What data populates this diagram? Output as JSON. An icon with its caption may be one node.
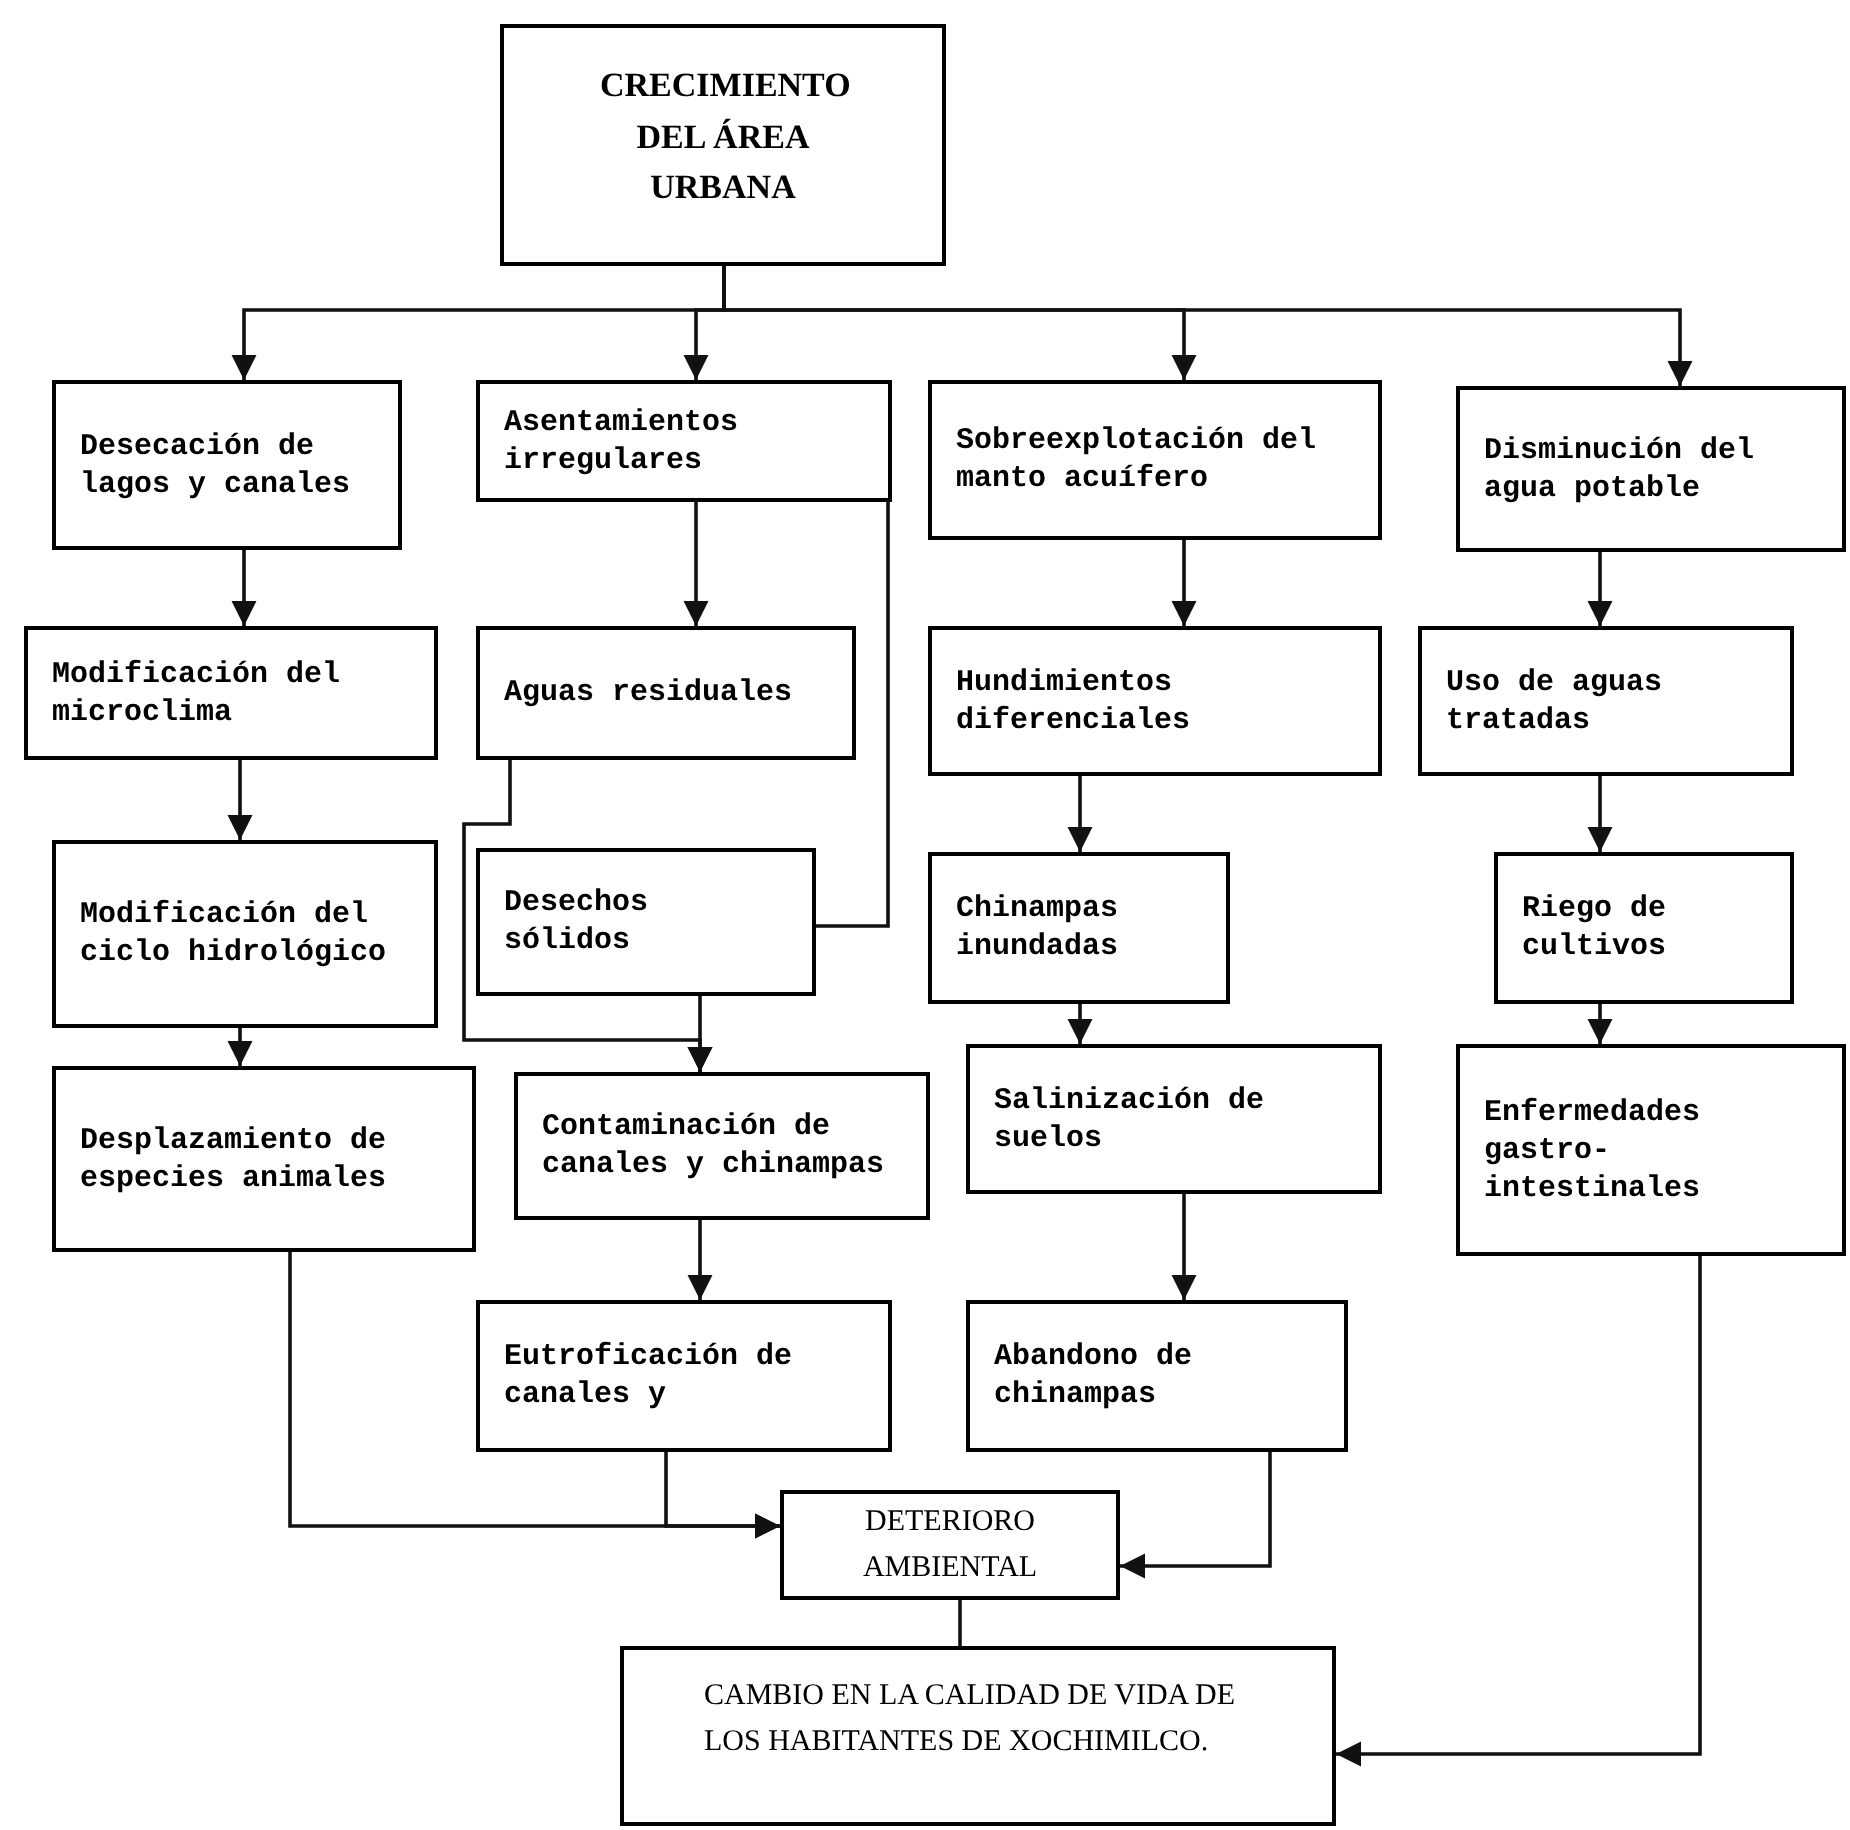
{
  "diagram": {
    "nodes": [
      {
        "text": [
          "CRECIMIENTO DEL ÁREA URBANA"
        ]
      },
      {
        "text": [
          "Desecación de lagos y canales"
        ]
      },
      {
        "text": [
          "Asentamientos irregulares"
        ]
      },
      {
        "text": [
          "Sobreexplotación del manto acuífero"
        ]
      },
      {
        "text": [
          "Disminución del agua potable"
        ]
      },
      {
        "text": [
          "Modificación del microclima"
        ]
      },
      {
        "text": [
          "Aguas residuales"
        ]
      },
      {
        "text": [
          "Hundimientos diferenciales"
        ]
      },
      {
        "text": [
          "Uso de aguas tratadas"
        ]
      },
      {
        "text": [
          "Modificación del ciclo hidrológico"
        ]
      },
      {
        "text": [
          "Desechos sólidos"
        ]
      },
      {
        "text": [
          "Chinampas inundadas"
        ]
      },
      {
        "text": [
          "Riego de cultivos"
        ]
      },
      {
        "text": [
          "Desplazamiento de especies animales"
        ]
      },
      {
        "text": [
          "Contaminación de canales y chinampas"
        ]
      },
      {
        "text": [
          "Salinización de suelos"
        ]
      },
      {
        "text": [
          "Enfermedades gastro- intestinales"
        ]
      },
      {
        "text": [
          "Eutroficación de canales y"
        ]
      },
      {
        "text": [
          "Abandono de chinampas"
        ]
      },
      {
        "text": [
          "DETERIORO AMBIENTAL"
        ]
      },
      {
        "text": [
          "CAMBIO EN LA CALIDAD DE VIDA DE LOS HABITANTES DE XOCHIMILCO."
        ]
      }
    ],
    "edges": [
      {
        "from": 0,
        "to": 1,
        "arrow": "to"
      },
      {
        "from": 0,
        "to": 2,
        "arrow": "to"
      },
      {
        "from": 0,
        "to": 3,
        "arrow": "to"
      },
      {
        "from": 0,
        "to": 4,
        "arrow": "to"
      },
      {
        "from": 1,
        "to": 5,
        "arrow": "to"
      },
      {
        "from": 5,
        "to": 9,
        "arrow": "to"
      },
      {
        "from": 9,
        "to": 13,
        "arrow": "to"
      },
      {
        "from": 2,
        "to": 6,
        "arrow": "to"
      },
      {
        "from": 2,
        "to": 10,
        "arrow": "none"
      },
      {
        "from": 6,
        "to": 14,
        "arrow": "to"
      },
      {
        "from": 10,
        "to": 14,
        "arrow": "to"
      },
      {
        "from": 14,
        "to": 17,
        "arrow": "to"
      },
      {
        "from": 3,
        "to": 7,
        "arrow": "to"
      },
      {
        "from": 7,
        "to": 11,
        "arrow": "to"
      },
      {
        "from": 11,
        "to": 15,
        "arrow": "to"
      },
      {
        "from": 15,
        "to": 18,
        "arrow": "to"
      },
      {
        "from": 4,
        "to": 8,
        "arrow": "to"
      },
      {
        "from": 8,
        "to": 12,
        "arrow": "to"
      },
      {
        "from": 12,
        "to": 16,
        "arrow": "to"
      },
      {
        "from": 13,
        "to": 19,
        "arrow": "to"
      },
      {
        "from": 17,
        "to": 19,
        "arrow": "to"
      },
      {
        "from": 18,
        "to": 19,
        "arrow": "to"
      },
      {
        "from": 19,
        "to": 20,
        "arrow": "none"
      },
      {
        "from": 16,
        "to": 20,
        "arrow": "to"
      }
    ]
  }
}
